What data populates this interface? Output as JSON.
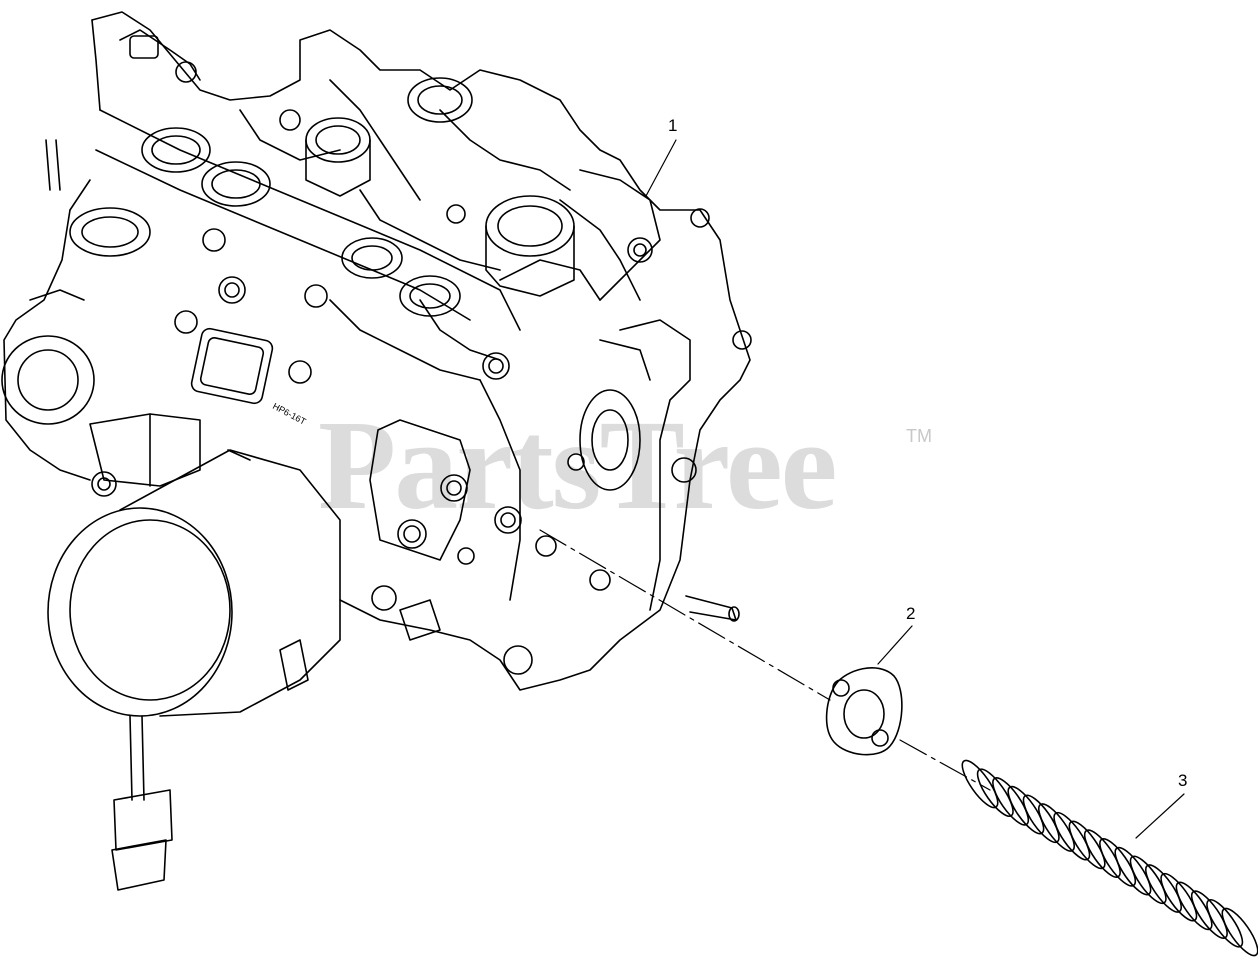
{
  "watermark": {
    "text": "PartsTree",
    "trademark": "TM"
  },
  "callouts": [
    {
      "number": "1"
    },
    {
      "number": "2"
    },
    {
      "number": "3"
    }
  ],
  "nameplate": {
    "model": "HP6-16T"
  }
}
